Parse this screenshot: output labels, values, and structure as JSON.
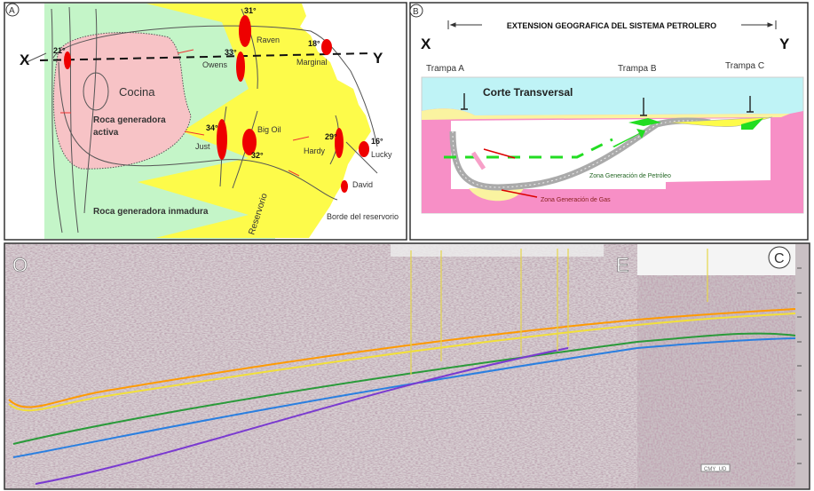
{
  "panel_a": {
    "badge": "A",
    "x_label": "X",
    "y_label": "Y",
    "kitchen": "Cocina",
    "active_source_line1": "Roca generadora",
    "active_source_line2": "activa",
    "immature_source": "Roca generadora inmadura",
    "reservoir": "Reservorio",
    "reservoir_edge": "Borde del reservorio",
    "fields": [
      {
        "name": "Raven",
        "angle": "31°"
      },
      {
        "name": "Owens",
        "angle": "33°"
      },
      {
        "name": "Marginal",
        "angle": "18°"
      },
      {
        "name": "Just",
        "angle": "34°"
      },
      {
        "name": "Big Oil",
        "angle": "32°"
      },
      {
        "name": "Hardy",
        "angle": "29°"
      },
      {
        "name": "Lucky",
        "angle": "16°"
      },
      {
        "name": "David",
        "angle": ""
      }
    ],
    "west_angle": "21°",
    "colors": {
      "green": "#c4f5c8",
      "yellow": "#fdfb4a",
      "pink": "#f7c3c6",
      "trap": "#ee0000"
    }
  },
  "panel_b": {
    "badge": "B",
    "title": "EXTENSION GEOGRAFICA DEL SISTEMA PETROLERO",
    "x_label": "X",
    "y_label": "Y",
    "traps": [
      "Trampa A",
      "Trampa B",
      "Trampa C"
    ],
    "section_title": "Corte Transversal",
    "oil_zone": "Zona Generación de Petróleo",
    "gas_zone": "Zona Generación de Gas",
    "colors": {
      "sky": "#bff3f6",
      "pink": "#f78fc6",
      "oil": "#22dd22",
      "gas": "#faf3a0"
    }
  },
  "panel_c": {
    "badge": "C",
    "west_label": "O",
    "east_label": "E",
    "scale_box": "CMY_UD",
    "horizon_colors": [
      "#ff9a00",
      "#f2e03a",
      "#2a9a3a",
      "#2a7fe0",
      "#7a3ad0"
    ]
  }
}
